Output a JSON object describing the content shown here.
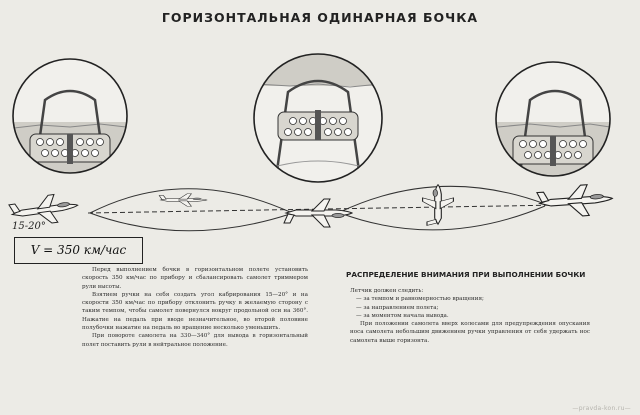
{
  "title": "ГОРИЗОНТАЛЬНАЯ ОДИНАРНАЯ БОЧКА",
  "entry_angle": "15-20°",
  "speed_box": "V = 350 км/час",
  "left_paragraphs": [
    "Перед выполнением бочки в горизонтальном полете установить скорость 350 км/час по прибору и сбалансировать самолет триммером рули высоты.",
    "Взятием ручки на себя создать угол кабрирования 15—20° и на скорости 350 км/час по прибору отклонить ручку в желаемую сторону с таким темпом, чтобы самолет повернулся вокруг продольной оси на 360°. Нажатие на педаль при вводе незначительное, во второй половине полубочки нажатие на педаль во вращение несколько уменьшить.",
    "При повороте самолета на 330—340° для вывода в горизонтальный полет поставить рули в нейтральное положение."
  ],
  "right_title": "РАСПРЕДЕЛЕНИЕ ВНИМАНИЯ ПРИ ВЫПОЛНЕНИИ БОЧКИ",
  "right_intro": "Летчик должен следить:",
  "right_items": [
    "— за темпом и равномерностью вращения;",
    "— за направлением полета;",
    "— за моментом начала вывода."
  ],
  "right_note": "При положении самолета вверх колесами для предупреждения опускания носа самолета небольшим движением ручки управления от себя удержать нос самолета выше горизонта.",
  "watermark": "—pravda-kon.ru—",
  "colors": {
    "ink": "#1e1e1e",
    "paper": "#ecebe6",
    "sky": "#f1f0ec",
    "ground": "#cfcdc6"
  }
}
